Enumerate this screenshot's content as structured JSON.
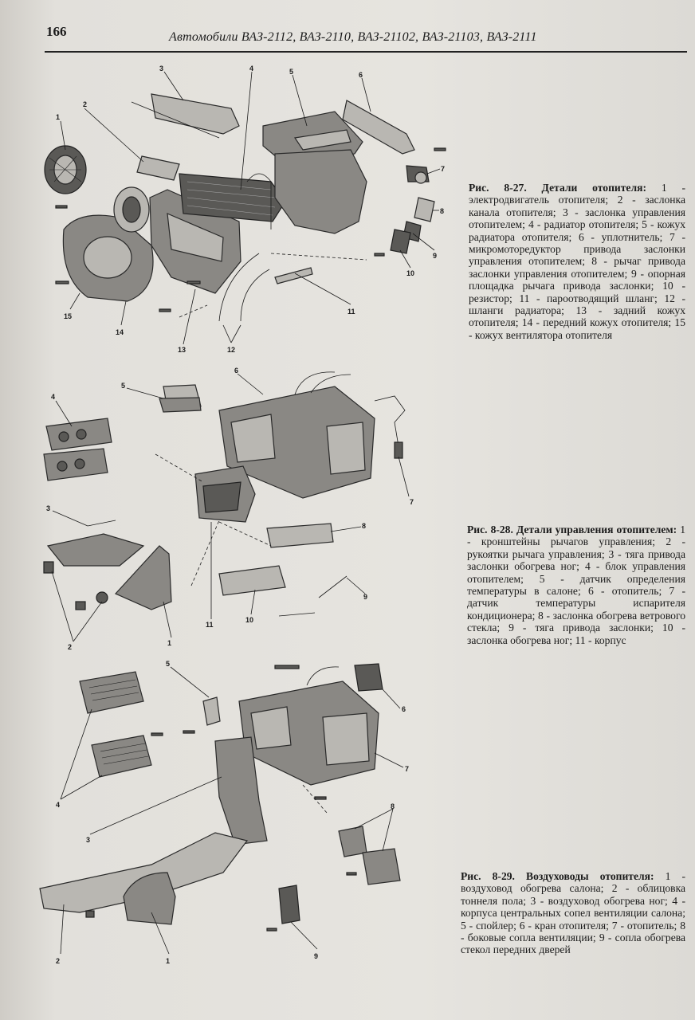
{
  "header": {
    "page_number": "166",
    "running_title": "Автомобили ВАЗ-2112, ВАЗ-2110, ВАЗ-21102, ВАЗ-21103, ВАЗ-2111"
  },
  "figures": [
    {
      "callouts": [
        "1",
        "2",
        "3",
        "4",
        "5",
        "6",
        "7",
        "8",
        "9",
        "10",
        "11",
        "12",
        "13",
        "14",
        "15"
      ],
      "caption_title": "Рис. 8-27. Детали отопителя:",
      "caption_body": "1 - электродвигатель отопителя; 2 - заслонка канала отопителя; 3 - заслонка управления отопителем; 4 - радиатор отопителя; 5 - кожух радиатора отопителя; 6 - уплотнитель; 7 - микромоторедуктор привода заслонки управления отопителем; 8 - рычаг привода заслонки управления отопителем; 9 - опорная площадка рычага привода заслонки; 10 - резистор; 11 - пароотводящий шланг; 12 - шланги радиатора; 13 - задний кожух отопителя; 14 - передний кожух отопителя; 15 - кожух вентилятора отопителя"
    },
    {
      "callouts": [
        "1",
        "2",
        "3",
        "4",
        "5",
        "6",
        "7",
        "8",
        "9",
        "10",
        "11"
      ],
      "caption_title": "Рис. 8-28. Детали управления отопителем:",
      "caption_body": "1 - кронштейны рычагов управления; 2 - рукоятки рычага управления; 3 - тяга привода заслонки обогрева ног; 4 - блок управления отопителем; 5 - датчик определения температуры в салоне; 6 - отопитель; 7 - датчик температуры испарителя кондиционера; 8 - заслонка обогрева ветрового стекла; 9 - тяга привода заслонки; 10 - заслонка обогрева ног; 11 - корпус"
    },
    {
      "callouts": [
        "1",
        "2",
        "3",
        "4",
        "5",
        "6",
        "7",
        "8",
        "9"
      ],
      "caption_title": "Рис. 8-29. Воздуховоды отопителя:",
      "caption_body": "1 - воздуховод обогрева салона; 2 - облицовка тоннеля пола; 3 - воздуховод обогрева ног; 4 - корпуса центральных сопел вентиляции салона; 5 - спойлер; 6 - кран отопителя; 7 - отопитель; 8 - боковые сопла вентиляции; 9 - сопла обогрева стекол передних дверей"
    }
  ]
}
